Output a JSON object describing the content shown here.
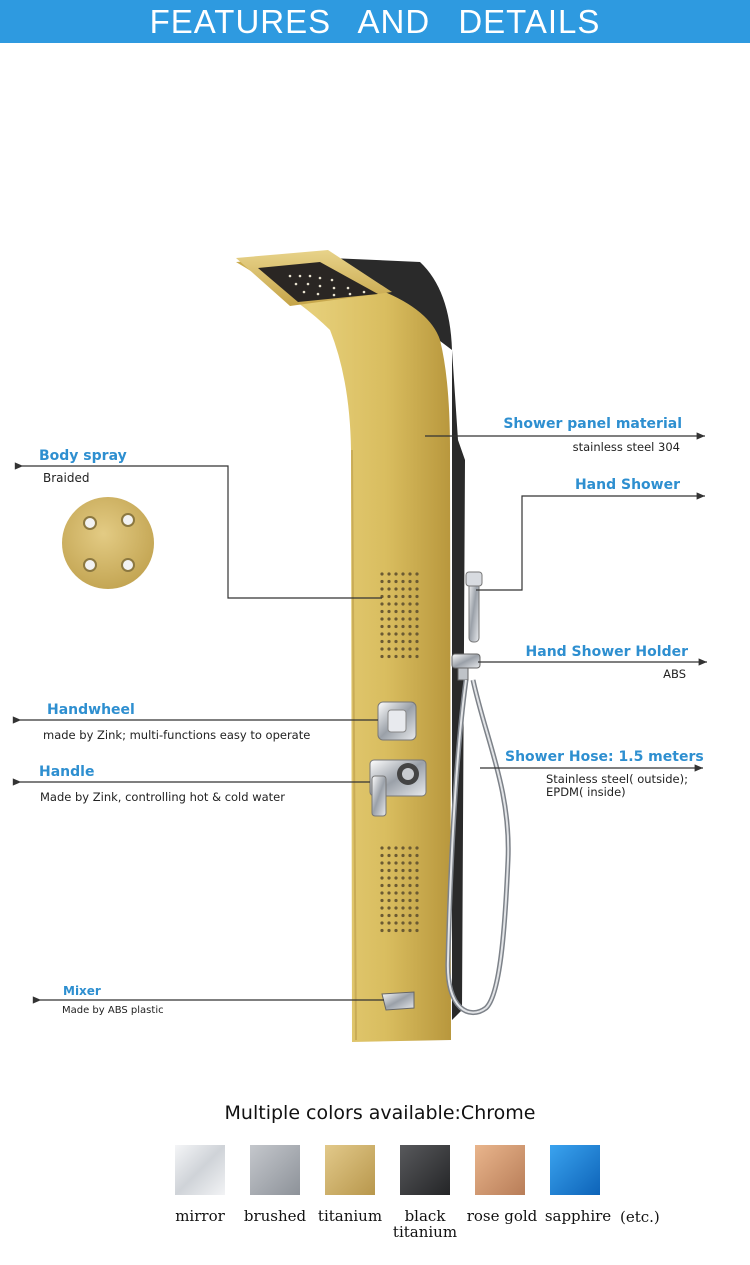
{
  "header": {
    "title": "FEATURES AND DETAILS"
  },
  "callouts": {
    "body_spray": {
      "title": "Body spray",
      "desc": "Braided"
    },
    "panel_material": {
      "title": "Shower panel material",
      "desc": "stainless steel 304"
    },
    "hand_shower": {
      "title": "Hand Shower"
    },
    "holder": {
      "title": "Hand Shower Holder",
      "desc": "ABS"
    },
    "handwheel": {
      "title": "Handwheel",
      "desc": "made by Zink;  multi-functions easy to operate"
    },
    "handle": {
      "title": "Handle",
      "desc": "Made by Zink, controlling hot & cold water"
    },
    "hose": {
      "title": "Shower Hose: 1.5 meters",
      "desc_1": "Stainless steel( outside);",
      "desc_2": "EPDM( inside)"
    },
    "mixer": {
      "title": "Mixer",
      "desc": "Made by ABS plastic"
    }
  },
  "colors": {
    "title": "Multiple colors available:Chrome",
    "items": [
      {
        "label": "mirror",
        "color": "#e4e6ea"
      },
      {
        "label": "brushed",
        "color": "#a9adb3"
      },
      {
        "label": "titanium",
        "color": "#cfae6a"
      },
      {
        "label_1": "black",
        "label_2": "titanium",
        "color": "#3a3b3d"
      },
      {
        "label": "rose gold",
        "color": "#cf9a70"
      },
      {
        "label": "sapphire",
        "color": "#1b84d6"
      }
    ],
    "etc": "(etc.)"
  },
  "accent_color": "#2e9ae0",
  "panel_color": "#d8bc5a"
}
